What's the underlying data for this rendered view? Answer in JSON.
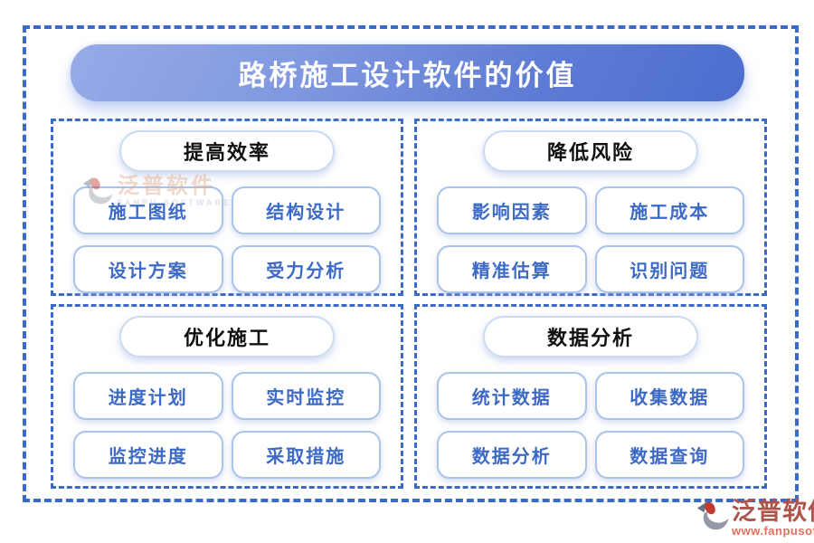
{
  "title": "路桥施工设计软件的价值",
  "panels": [
    {
      "header": "提高效率",
      "items": [
        "施工图纸",
        "结构设计",
        "设计方案",
        "受力分析"
      ]
    },
    {
      "header": "降低风险",
      "items": [
        "影响因素",
        "施工成本",
        "精准估算",
        "识别问题"
      ]
    },
    {
      "header": "优化施工",
      "items": [
        "进度计划",
        "实时监控",
        "监控进度",
        "采取措施"
      ]
    },
    {
      "header": "数据分析",
      "items": [
        "统计数据",
        "收集数据",
        "数据分析",
        "数据查询"
      ]
    }
  ],
  "watermark": {
    "brand": "泛普软件",
    "subtitle": "FANPU SOFTWARE"
  },
  "footer_logo": {
    "brand": "泛普软件",
    "url": "www.fanpusoft.com"
  },
  "colors": {
    "dashed_border": "#3b69c8",
    "button_text": "#3c6ac6",
    "button_border": "#a9c3ea",
    "banner_gradient_start": "#97abe8",
    "banner_gradient_end": "#4d6ecf",
    "logo_red": "#c23a2f",
    "logo_gray": "#939aa6",
    "brand_text_red": "#ad544c",
    "url_text_red": "#e4705c"
  }
}
